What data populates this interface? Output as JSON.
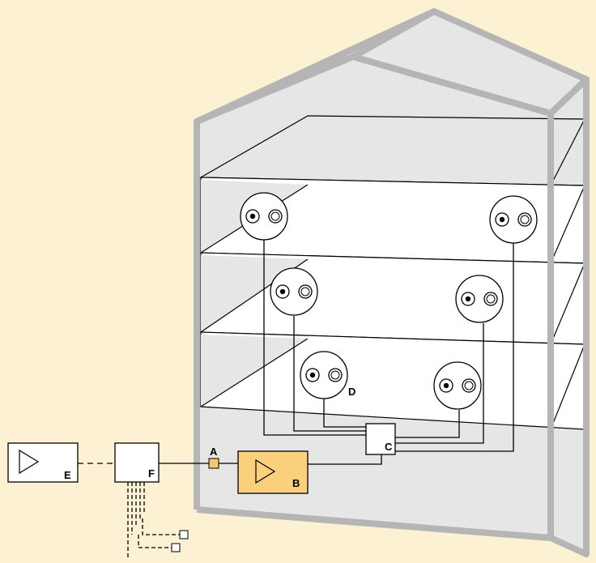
{
  "colors": {
    "background": "#fdf1d4",
    "building_fill": "#e6e6e6",
    "building_stroke": "#b5b5b5",
    "floor_fill": "#ffffff",
    "amplifier_fill": "#fbd07c",
    "connector_fill": "#f7c770"
  },
  "labels": {
    "A": "A",
    "B": "B",
    "C": "C",
    "D": "D",
    "E": "E",
    "F": "F"
  },
  "components": [
    {
      "id": "A",
      "kind": "connector"
    },
    {
      "id": "B",
      "kind": "amplifier"
    },
    {
      "id": "C",
      "kind": "junction-box"
    },
    {
      "id": "D",
      "kind": "wall-outlet"
    },
    {
      "id": "E",
      "kind": "amplifier"
    },
    {
      "id": "F",
      "kind": "splitter"
    }
  ],
  "outlet_count": 6,
  "floor_count": 3
}
